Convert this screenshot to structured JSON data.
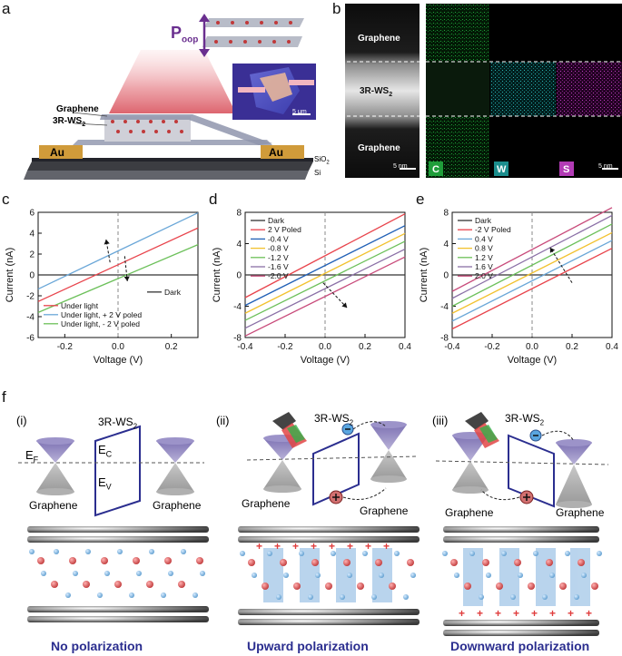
{
  "panel_letters": {
    "a": "a",
    "b": "b",
    "c": "c",
    "d": "d",
    "e": "e",
    "f": "f"
  },
  "panel_a": {
    "graphene": "Graphene",
    "ws2": "3R-WS",
    "ws2_sub": "2",
    "au_left": "Au",
    "au_right": "Au",
    "sio2": "SiO",
    "sio2_sub": "2",
    "si": "Si",
    "poop": "P",
    "poop_sub": "oop",
    "scalebar": "5 μm"
  },
  "panel_b": {
    "graphene_top": "Graphene",
    "ws2": "3R-WS",
    "ws2_sub": "2",
    "graphene_bottom": "Graphene",
    "scalebar_left": "5 nm",
    "scalebar_right": "5 nm",
    "maps": [
      {
        "label": "C",
        "color": "#1f9e3a"
      },
      {
        "label": "W",
        "color": "#1b8d8d"
      },
      {
        "label": "S",
        "color": "#b23bb5"
      }
    ]
  },
  "panel_f": {
    "numerals": [
      "(i)",
      "(ii)",
      "(iii)"
    ],
    "ws2": "3R-WS",
    "ws2_sub": "2",
    "ef": "E",
    "ef_sub": "F",
    "ec": "E",
    "ec_sub": "C",
    "ev": "E",
    "ev_sub": "V",
    "graphene": "Graphene",
    "captions": [
      "No polarization",
      "Upward polarization",
      "Downward polarization"
    ]
  },
  "chart_data": [
    {
      "type": "line",
      "panel": "c",
      "xlabel": "Voltage (V)",
      "ylabel": "Current (nA)",
      "xlim": [
        -0.3,
        0.3
      ],
      "ylim": [
        -6,
        6
      ],
      "xticks": [
        "-0.2",
        "0.0",
        "0.2"
      ],
      "yticks": [
        "-6",
        "-4",
        "-2",
        "0",
        "2",
        "4",
        "6"
      ],
      "legend_top": [
        "Dark"
      ],
      "legend_bottom": [
        "Under light",
        "Under light, + 2 V poled",
        "Under light, - 2 V poled"
      ],
      "series": [
        {
          "name": "Dark",
          "color": "#333333",
          "x": [
            -0.3,
            0.3
          ],
          "y": [
            0,
            0
          ]
        },
        {
          "name": "Under light",
          "color": "#e8434b",
          "x": [
            -0.3,
            0.3
          ],
          "y": [
            -2.55,
            4.5
          ]
        },
        {
          "name": "Under light, + 2 V poled",
          "color": "#6aa7d8",
          "x": [
            -0.3,
            0.3
          ],
          "y": [
            -1.35,
            5.95
          ]
        },
        {
          "name": "Under light, - 2 V poled",
          "color": "#6cc05a",
          "x": [
            -0.3,
            0.3
          ],
          "y": [
            -3.6,
            2.9
          ]
        }
      ]
    },
    {
      "type": "line",
      "panel": "d",
      "xlabel": "Voltage (V)",
      "ylabel": "Current (nA)",
      "xlim": [
        -0.4,
        0.4
      ],
      "ylim": [
        -8,
        8
      ],
      "xticks": [
        "-0.4",
        "-0.2",
        "0.0",
        "0.2",
        "0.4"
      ],
      "yticks": [
        "-8",
        "-4",
        "0",
        "4",
        "8"
      ],
      "legend": [
        "Dark",
        "2 V Poled",
        "-0.4 V",
        "-0.8 V",
        "-1.2 V",
        "-1.6 V",
        "-2.0 V"
      ],
      "series": [
        {
          "name": "Dark",
          "color": "#333333",
          "x": [
            -0.4,
            0.4
          ],
          "y": [
            0,
            0
          ]
        },
        {
          "name": "2 V Poled",
          "color": "#e8434b",
          "x": [
            -0.4,
            0.4
          ],
          "y": [
            -2.9,
            7.8
          ]
        },
        {
          "name": "-0.4 V",
          "color": "#1f5fb5",
          "x": [
            -0.4,
            0.4
          ],
          "y": [
            -3.9,
            6.3
          ]
        },
        {
          "name": "-0.8 V",
          "color": "#f2c12e",
          "x": [
            -0.4,
            0.4
          ],
          "y": [
            -4.9,
            5.3
          ]
        },
        {
          "name": "-1.2 V",
          "color": "#6cc05a",
          "x": [
            -0.4,
            0.4
          ],
          "y": [
            -5.8,
            4.3
          ]
        },
        {
          "name": "-1.6 V",
          "color": "#8a6fa6",
          "x": [
            -0.4,
            0.4
          ],
          "y": [
            -6.8,
            3.3
          ]
        },
        {
          "name": "-2.0 V",
          "color": "#c84a7a",
          "x": [
            -0.4,
            0.4
          ],
          "y": [
            -7.8,
            2.3
          ]
        }
      ]
    },
    {
      "type": "line",
      "panel": "e",
      "xlabel": "Voltage (V)",
      "ylabel": "Current (nA)",
      "xlim": [
        -0.4,
        0.4
      ],
      "ylim": [
        -8,
        8
      ],
      "xticks": [
        "-0.4",
        "-0.2",
        "0.0",
        "0.2",
        "0.4"
      ],
      "yticks": [
        "-8",
        "-4",
        "0",
        "4",
        "8"
      ],
      "legend": [
        "Dark",
        "-2 V Poled",
        "0.4 V",
        "0.8 V",
        "1.2 V",
        "1.6 V",
        "2.0 V"
      ],
      "series": [
        {
          "name": "Dark",
          "color": "#333333",
          "x": [
            -0.4,
            0.4
          ],
          "y": [
            0,
            0
          ]
        },
        {
          "name": "-2 V Poled",
          "color": "#e8434b",
          "x": [
            -0.4,
            0.4
          ],
          "y": [
            -6.9,
            3.4
          ]
        },
        {
          "name": "0.4 V",
          "color": "#6aa7d8",
          "x": [
            -0.4,
            0.4
          ],
          "y": [
            -5.9,
            4.4
          ]
        },
        {
          "name": "0.8 V",
          "color": "#f2c12e",
          "x": [
            -0.4,
            0.4
          ],
          "y": [
            -4.9,
            5.4
          ]
        },
        {
          "name": "1.2 V",
          "color": "#6cc05a",
          "x": [
            -0.4,
            0.4
          ],
          "y": [
            -4.0,
            6.5
          ]
        },
        {
          "name": "1.6 V",
          "color": "#8a6fa6",
          "x": [
            -0.4,
            0.4
          ],
          "y": [
            -3.0,
            7.6
          ]
        },
        {
          "name": "2.0 V",
          "color": "#c84a7a",
          "x": [
            -0.4,
            0.4
          ],
          "y": [
            -2.1,
            8.6
          ]
        }
      ]
    }
  ]
}
